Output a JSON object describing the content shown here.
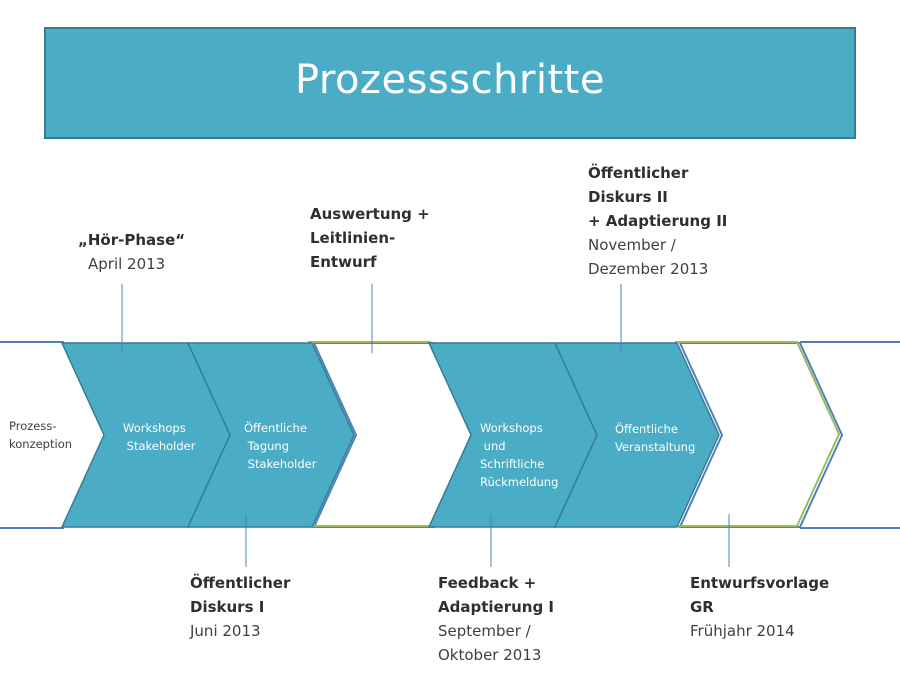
{
  "title": "Prozessschritte",
  "start_label": "Prozess-\nkonzeption",
  "chevrons": [
    {
      "text": "Workshops\n Stakeholder"
    },
    {
      "text": "Öffentliche\n Tagung\n Stakeholder"
    },
    {
      "text": "Workshops\n und\nSchriftliche\nRückmeldung"
    },
    {
      "text": "Öffentliche\nVeranstaltung"
    }
  ],
  "top_milestones": [
    {
      "title": "„Hör-Phase“",
      "date": "April 2013"
    },
    {
      "title": "Auswertung +\nLeitlinien-\nEntwurf",
      "date": ""
    },
    {
      "title": "Öffentlicher\nDiskurs II\n+ Adaptierung  II",
      "date": "November  /\nDezember 2013"
    }
  ],
  "bottom_milestones": [
    {
      "title": "Öffentlicher\nDiskurs I",
      "date": "Juni 2013"
    },
    {
      "title": "Feedback +\nAdaptierung  I",
      "date": "September  /\nOktober 2013"
    },
    {
      "title": "Entwurfsvorlage\nGR",
      "date": "Frühjahr 2014"
    }
  ],
  "colors": {
    "accent": "#4bacc6",
    "accent_border": "#357d91",
    "outline_blue": "#4f81bd",
    "outline_green": "#9bbb59",
    "connector": "#4f81bd"
  }
}
